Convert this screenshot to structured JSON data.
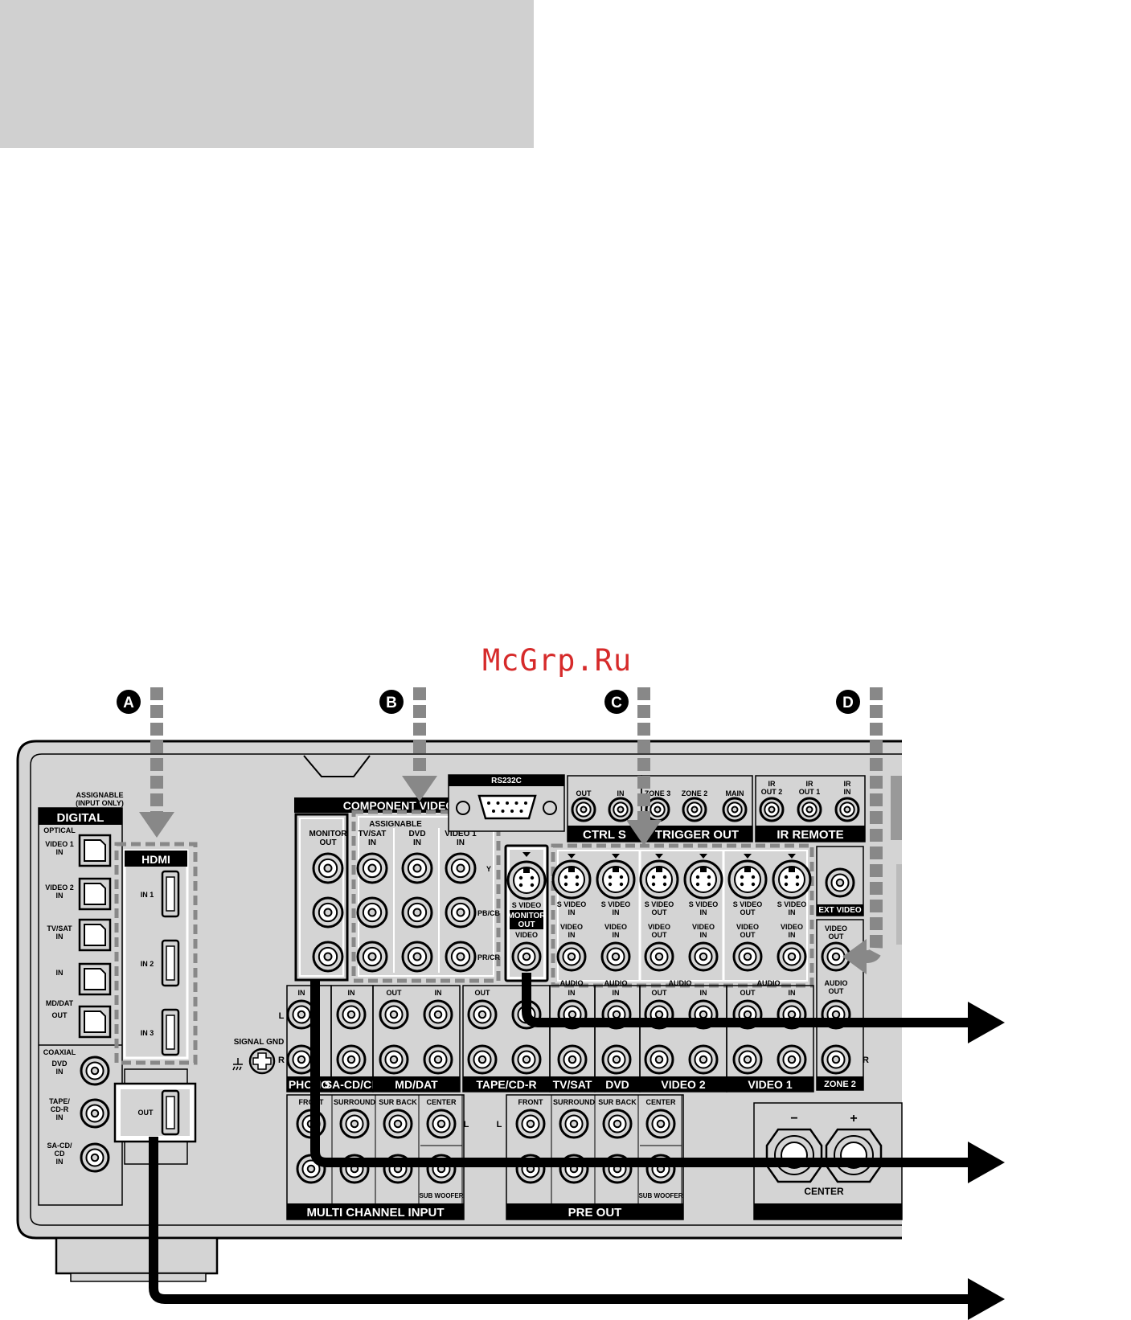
{
  "watermark": "McGrp.Ru",
  "callouts": [
    "A",
    "B",
    "C",
    "D"
  ],
  "digital": {
    "assignable": [
      "ASSIGNABLE",
      "(INPUT ONLY)"
    ],
    "title": "DIGITAL",
    "optical": "OPTICAL",
    "optical_inputs": [
      [
        "VIDEO 1",
        "IN"
      ],
      [
        "VIDEO 2",
        "IN"
      ],
      [
        "TV/SAT",
        "IN"
      ],
      [
        "IN",
        ""
      ],
      [
        "OUT",
        ""
      ]
    ],
    "md_dat": "MD/DAT",
    "coaxial": "COAXIAL",
    "coaxial_inputs": [
      [
        "DVD",
        "IN"
      ],
      [
        "TAPE/",
        "CD-R",
        "IN"
      ],
      [
        "SA-CD/",
        "CD",
        "IN"
      ]
    ]
  },
  "hdmi": {
    "title": "HDMI",
    "ports": [
      "IN 1",
      "IN 2",
      "IN 3"
    ],
    "out": "OUT"
  },
  "signal_gnd": "SIGNAL GND",
  "component_video": {
    "title": "COMPONENT VIDEO",
    "assignable": "ASSIGNABLE",
    "monitor_out": [
      "MONITOR",
      "OUT"
    ],
    "inputs": [
      [
        "TV/SAT",
        "IN"
      ],
      [
        "DVD",
        "IN"
      ],
      [
        "VIDEO 1",
        "IN"
      ]
    ],
    "rows": [
      "Y",
      "PB/CB",
      "PR/CR"
    ]
  },
  "rs232c": "RS232C",
  "ctrl_s": {
    "title": "CTRL S",
    "labels": [
      "OUT",
      "IN"
    ]
  },
  "trigger_out": {
    "title": "TRIGGER OUT",
    "labels": [
      "ZONE 3",
      "ZONE 2",
      "MAIN"
    ]
  },
  "ir_remote": {
    "title": "IR REMOTE",
    "labels": [
      [
        "IR",
        "OUT 2"
      ],
      [
        "IR",
        "OUT 1"
      ],
      [
        "IR",
        "IN"
      ]
    ]
  },
  "svideo": {
    "monitor": [
      "S VIDEO",
      "MONITOR",
      "OUT",
      "VIDEO"
    ],
    "jacks": [
      [
        "S VIDEO",
        "IN"
      ],
      [
        "S VIDEO",
        "IN"
      ],
      [
        "S VIDEO",
        "OUT"
      ],
      [
        "S VIDEO",
        "IN"
      ],
      [
        "S VIDEO",
        "OUT"
      ],
      [
        "S VIDEO",
        "IN"
      ]
    ],
    "video": [
      [
        "VIDEO",
        "IN"
      ],
      [
        "VIDEO",
        "IN"
      ],
      [
        "VIDEO",
        "OUT"
      ],
      [
        "VIDEO",
        "IN"
      ],
      [
        "VIDEO",
        "OUT"
      ],
      [
        "VIDEO",
        "IN"
      ]
    ],
    "audio": [
      "AUDIO",
      "AUDIO",
      "AUDIO",
      "AUDIO"
    ],
    "audio_io": [
      "IN",
      "IN",
      "OUT",
      "IN",
      "OUT",
      "IN"
    ]
  },
  "ext_video": "EXT VIDEO",
  "zone2": {
    "video_out": [
      "VIDEO",
      "OUT"
    ],
    "audio_out": [
      "AUDIO",
      "OUT"
    ],
    "title": "ZONE 2"
  },
  "audio_groups": [
    "PHONO",
    "SA-CD/CD",
    "MD/DAT",
    "TAPE/CD-R",
    "TV/SAT",
    "DVD",
    "VIDEO 2",
    "VIDEO 1"
  ],
  "audio_group_io": [
    "IN",
    "IN",
    "OUT",
    "IN",
    "OUT"
  ],
  "lr": [
    "L",
    "R"
  ],
  "multi_channel": {
    "title": "MULTI CHANNEL INPUT",
    "labels": [
      "FRONT",
      "SURROUND",
      "SUR BACK",
      "CENTER",
      "SUB WOOFER"
    ]
  },
  "pre_out": {
    "title": "PRE OUT",
    "labels": [
      "FRONT",
      "SURROUND",
      "SUR BACK",
      "CENTER",
      "SUB WOOFER"
    ]
  },
  "center": {
    "title": "CENTER",
    "minus": "−",
    "plus": "+"
  }
}
